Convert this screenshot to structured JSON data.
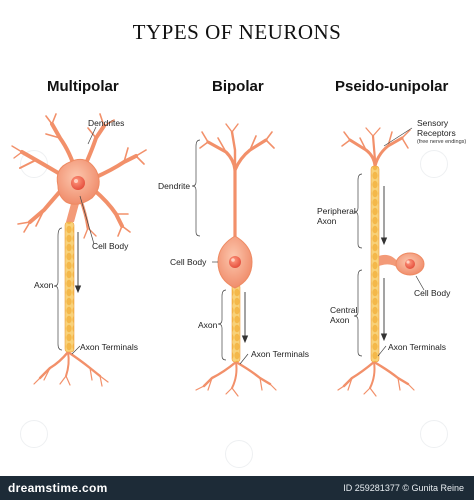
{
  "title": "TYPES OF NEURONS",
  "headings": {
    "multipolar": "Multipolar",
    "bipolar": "Bipolar",
    "pseudo": "Pseido-unipolar"
  },
  "labels": {
    "dendrites": "Dendrites",
    "cell_body": "Cell Body",
    "axon": "Axon",
    "axon_terminals": "Axon Terminals",
    "dendrite": "Dendrite",
    "bipolar_cell_body": "Cell Body",
    "bipolar_axon": "Axon",
    "bipolar_axon_terminals": "Axon Terminals",
    "sensory_receptors_line1": "Sensory",
    "sensory_receptors_line2": "Receptors",
    "free_nerve_endings": "(free nerve endings)",
    "peripheral_axon_line1": "Peripheral",
    "peripheral_axon_line2": "Axon",
    "central_axon_line1": "Central",
    "central_axon_line2": "Axon",
    "pseudo_cell_body": "Cell Body",
    "pseudo_axon_terminals": "Axon Terminals"
  },
  "footer": {
    "logo": "dreamstime.com",
    "id_text": "ID 259281377 © Gunita Reine"
  },
  "colors": {
    "neuron_fill": "#f39a78",
    "neuron_stroke": "#e8845f",
    "cell_body": "#f7a888",
    "nucleus": "#f26a52",
    "myelin": "#f6c55a",
    "dendrite": "#ef9a5f",
    "footer_bg": "#1d2b37"
  }
}
